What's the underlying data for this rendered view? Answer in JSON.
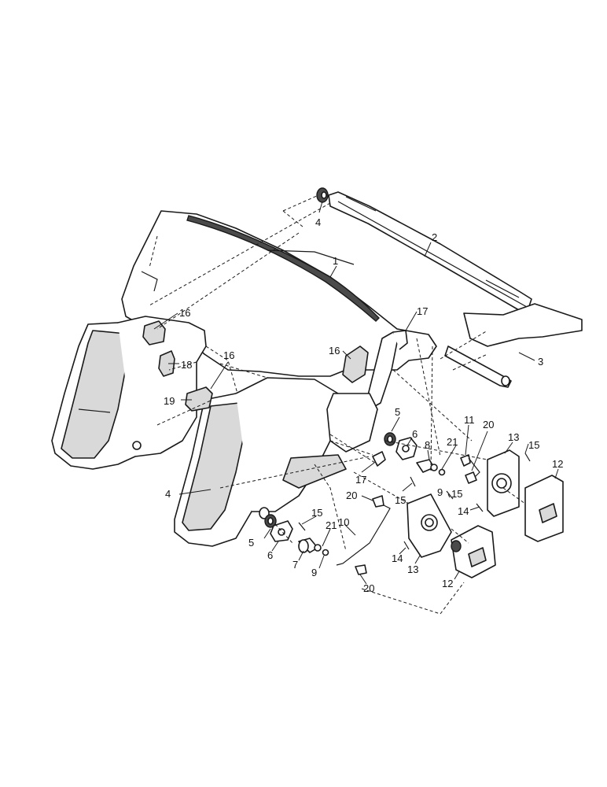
{
  "callouts": [
    {
      "id": "c1",
      "text": "1"
    },
    {
      "id": "c2",
      "text": "2"
    },
    {
      "id": "c3",
      "text": "3"
    },
    {
      "id": "c4a",
      "text": "4"
    },
    {
      "id": "c4b",
      "text": "4"
    },
    {
      "id": "c5a",
      "text": "5"
    },
    {
      "id": "c5b",
      "text": "5"
    },
    {
      "id": "c6a",
      "text": "6"
    },
    {
      "id": "c6b",
      "text": "6"
    },
    {
      "id": "c7",
      "text": "7"
    },
    {
      "id": "c8",
      "text": "8"
    },
    {
      "id": "c9a",
      "text": "9"
    },
    {
      "id": "c9b",
      "text": "9"
    },
    {
      "id": "c10",
      "text": "10"
    },
    {
      "id": "c11",
      "text": "11"
    },
    {
      "id": "c12a",
      "text": "12"
    },
    {
      "id": "c12b",
      "text": "12"
    },
    {
      "id": "c13a",
      "text": "13"
    },
    {
      "id": "c13b",
      "text": "13"
    },
    {
      "id": "c14a",
      "text": "14"
    },
    {
      "id": "c14b",
      "text": "14"
    },
    {
      "id": "c15a",
      "text": "15"
    },
    {
      "id": "c15b",
      "text": "15"
    },
    {
      "id": "c15c",
      "text": "15"
    },
    {
      "id": "c15d",
      "text": "15"
    },
    {
      "id": "c16a",
      "text": "16"
    },
    {
      "id": "c16b",
      "text": "16"
    },
    {
      "id": "c16c",
      "text": "16"
    },
    {
      "id": "c17a",
      "text": "17"
    },
    {
      "id": "c17b",
      "text": "17"
    },
    {
      "id": "c18",
      "text": "18"
    },
    {
      "id": "c19",
      "text": "19"
    },
    {
      "id": "c20a",
      "text": "20"
    },
    {
      "id": "c20b",
      "text": "20"
    },
    {
      "id": "c20c",
      "text": "20"
    },
    {
      "id": "c21a",
      "text": "21"
    },
    {
      "id": "c21b",
      "text": "21"
    }
  ]
}
